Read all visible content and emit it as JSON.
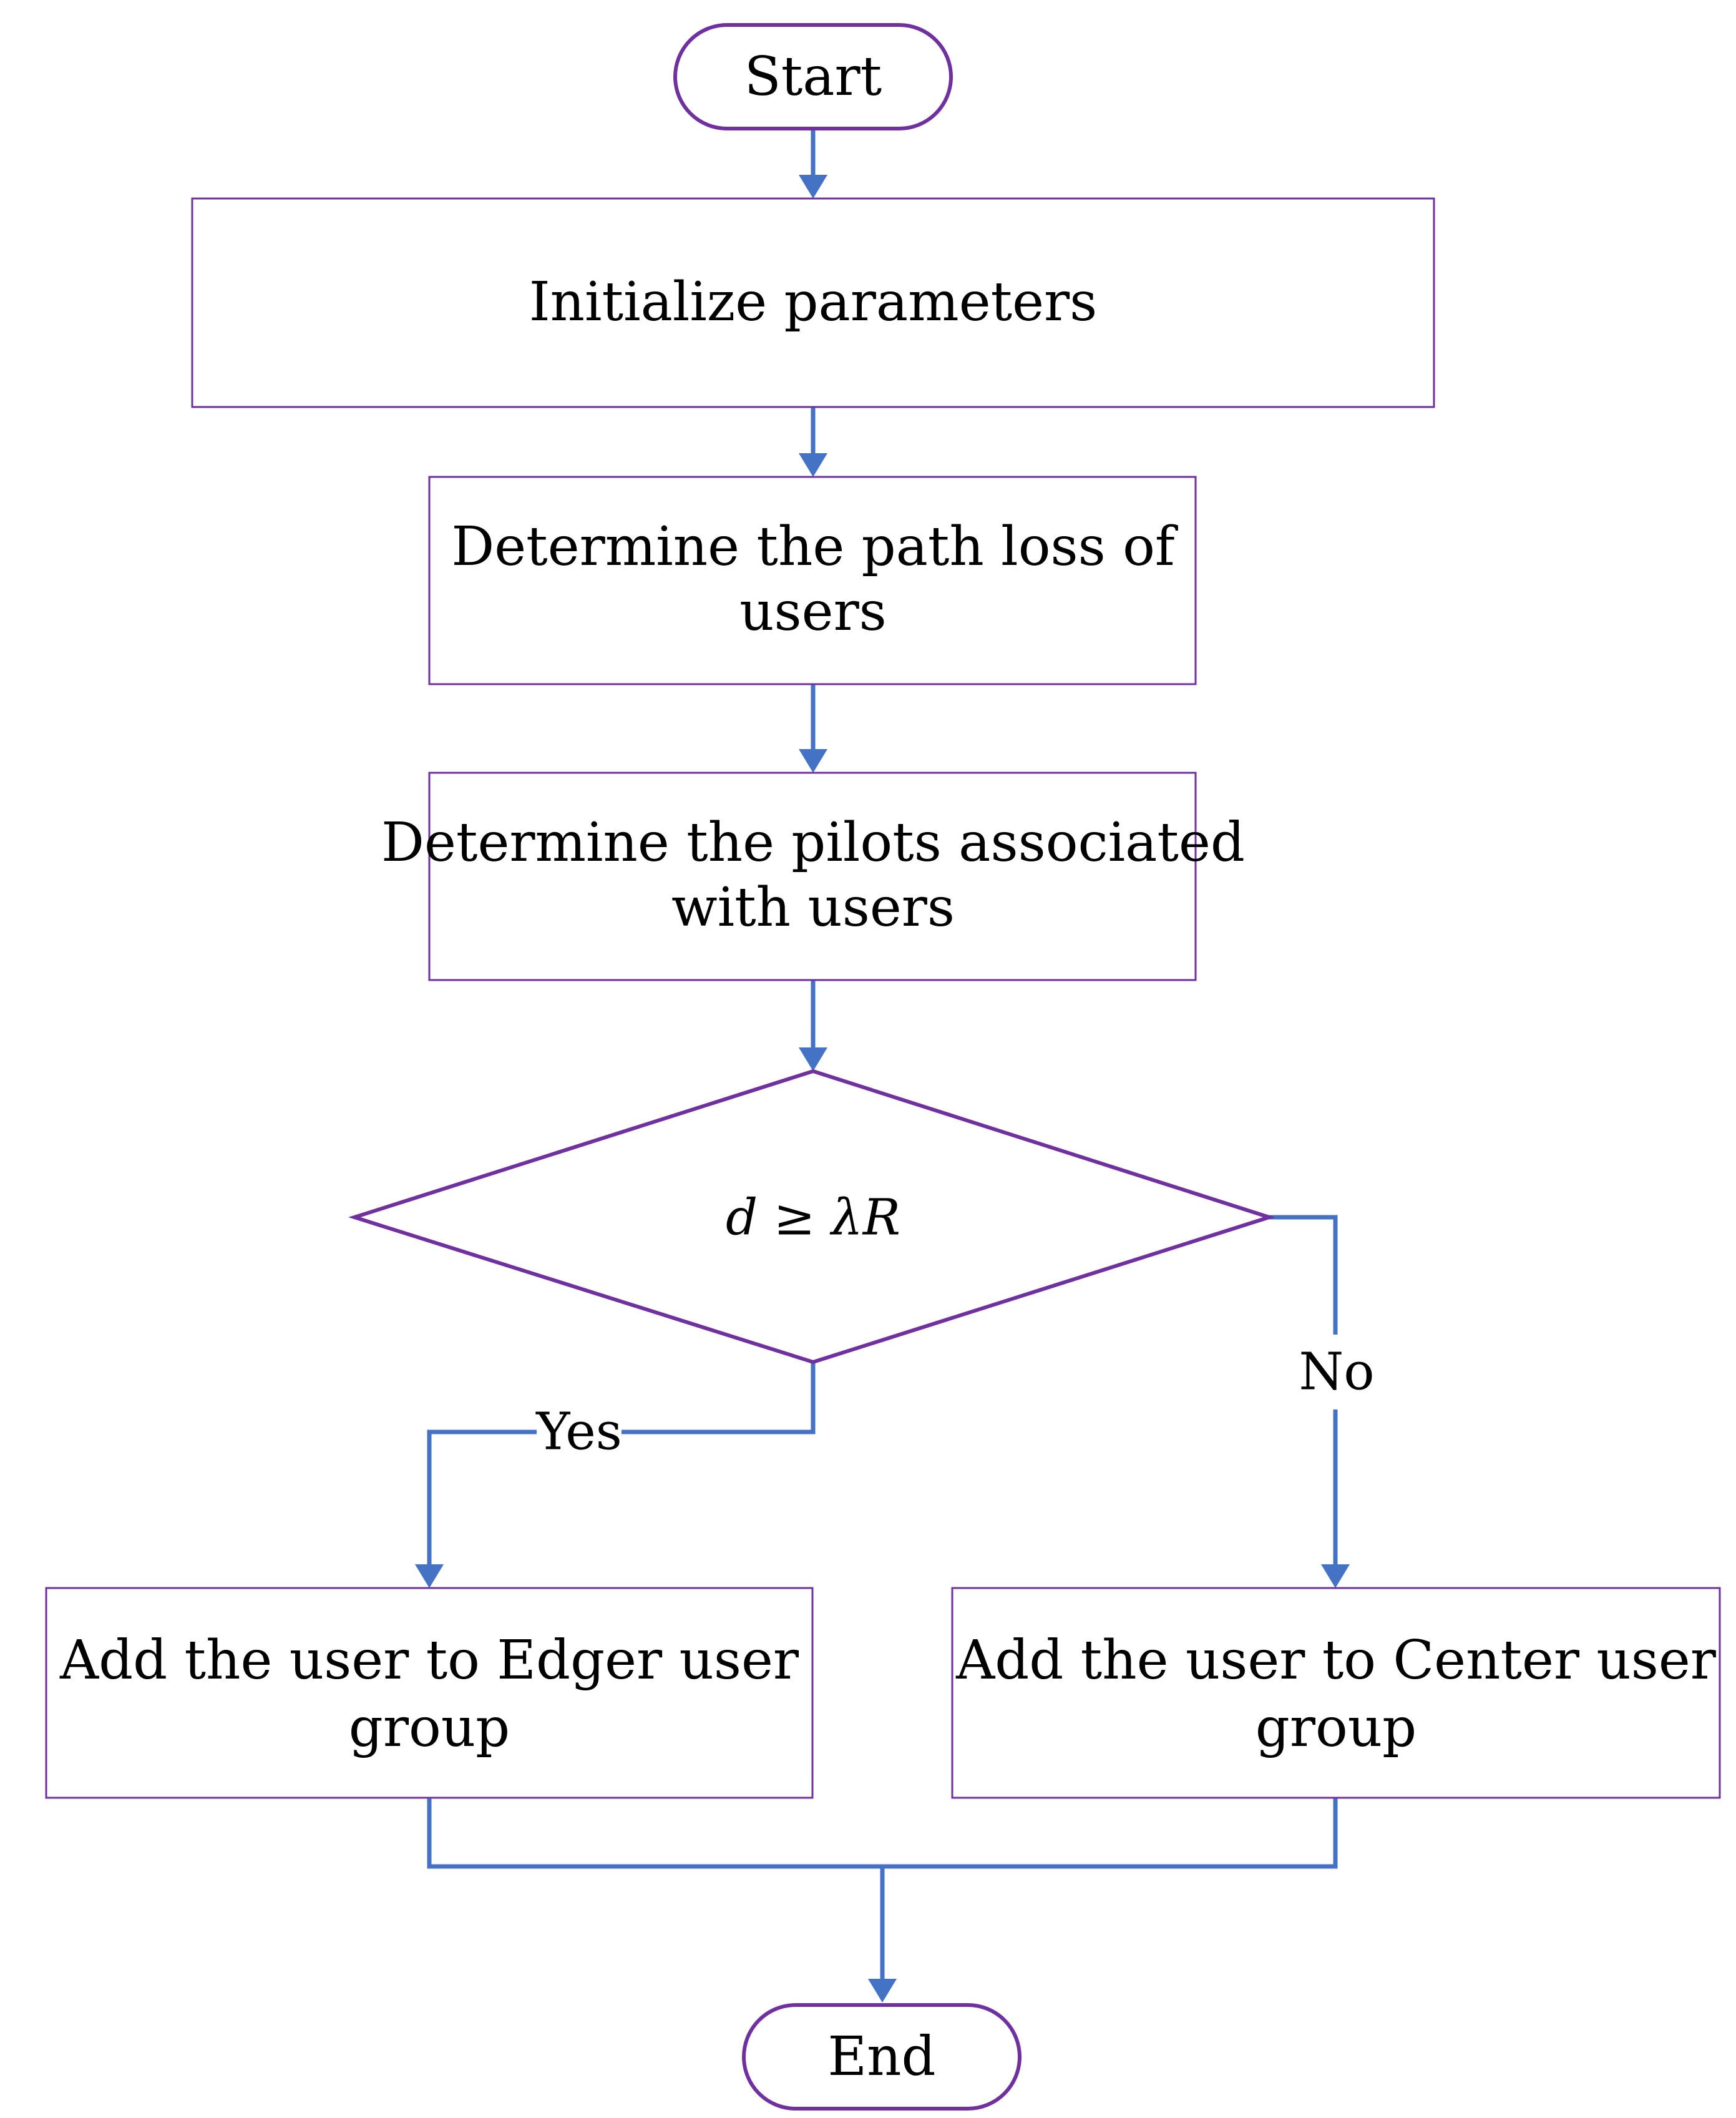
{
  "nodes": {
    "start": "Start",
    "init": "Initialize parameters",
    "pathloss": [
      "Determine the path loss of",
      "users"
    ],
    "pilots": [
      "Determine the pilots associated",
      "with users"
    ],
    "condition": "d ≥ λR",
    "edge_group": [
      "Add the user to Edger user",
      "group"
    ],
    "center_group": [
      "Add the user to Center user",
      "group"
    ],
    "end": "End"
  },
  "edges": {
    "yes": "Yes",
    "no": "No"
  },
  "colors": {
    "shape_stroke": "#7030a0",
    "connector": "#4472c4"
  }
}
